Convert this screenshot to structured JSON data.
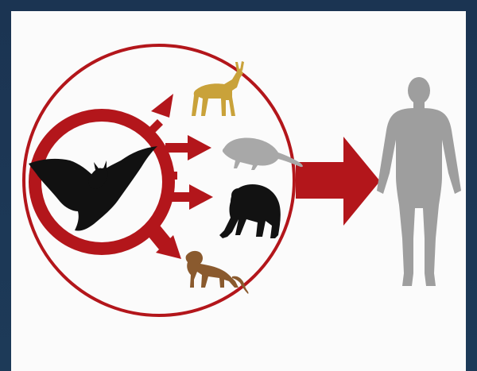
{
  "diagram": {
    "source_host": {
      "name": "bat",
      "icon": "bat-icon",
      "color": "#111111"
    },
    "intermediate_hosts": [
      {
        "name": "antelope",
        "icon": "antelope-icon",
        "color": "#c9a23a"
      },
      {
        "name": "rodent",
        "icon": "rodent-icon",
        "color": "#a8a8a8"
      },
      {
        "name": "chimpanzee",
        "icon": "chimpanzee-icon",
        "color": "#121212"
      },
      {
        "name": "monkey",
        "icon": "monkey-icon",
        "color": "#8a5a2e"
      }
    ],
    "final_host": {
      "name": "human",
      "icon": "human-icon",
      "color": "#9e9e9e"
    },
    "colors": {
      "accent_red": "#b3161b",
      "background_frame": "#1c3550",
      "panel": "#fbfbfb"
    }
  }
}
